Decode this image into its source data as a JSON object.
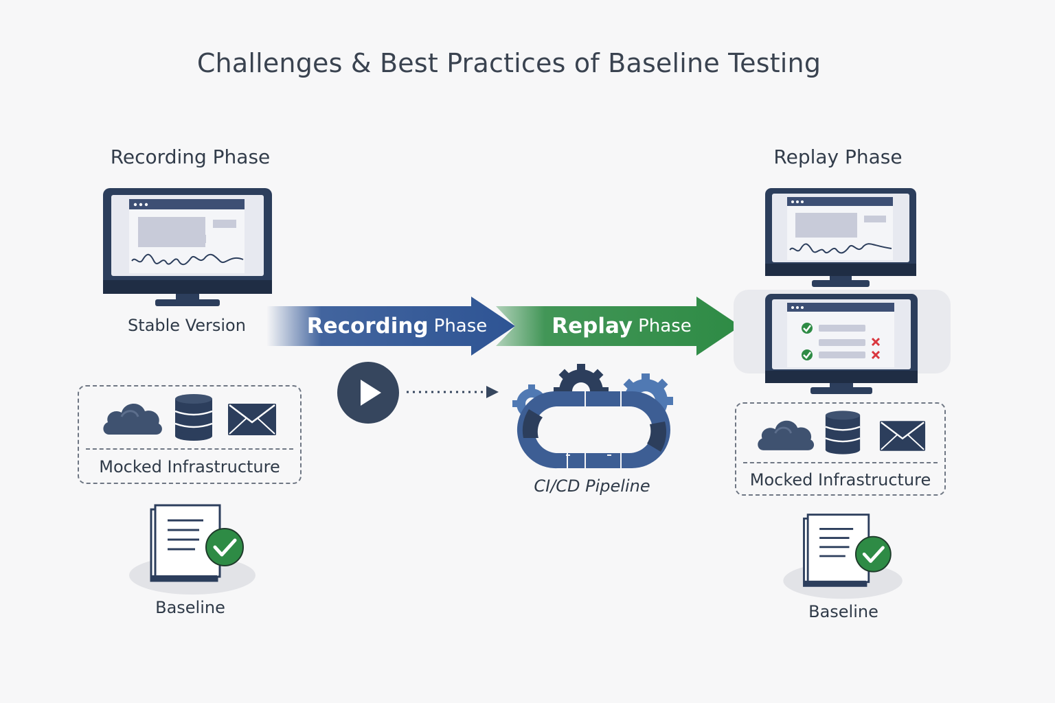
{
  "title": "Challenges & Best Practices of Baseline Testing",
  "left": {
    "heading": "Recording Phase",
    "monitor_label": "Stable Version",
    "mock_label": "Mocked Infrastructure",
    "baseline_label": "Baseline"
  },
  "right": {
    "heading": "Replay Phase",
    "mock_label": "Mocked Infrastructure",
    "baseline_label": "Baseline"
  },
  "arrows": {
    "recording_strong": "Recording",
    "recording_light": "Phase",
    "replay_strong": "Replay",
    "replay_light": "Phase"
  },
  "pipeline_label": "CI/CD Pipeline",
  "icons": {
    "cloud": "cloud-icon",
    "database": "database-icon",
    "mail": "mail-icon",
    "document": "document-icon",
    "check": "check-badge-icon",
    "play": "play-icon",
    "gears": "gear-icon"
  },
  "colors": {
    "navy": "#2c3e5c",
    "blue_arrow": "#2e5494",
    "green_arrow": "#2e8b45",
    "check_green": "#2e8b45",
    "cross_red": "#d9363e"
  }
}
